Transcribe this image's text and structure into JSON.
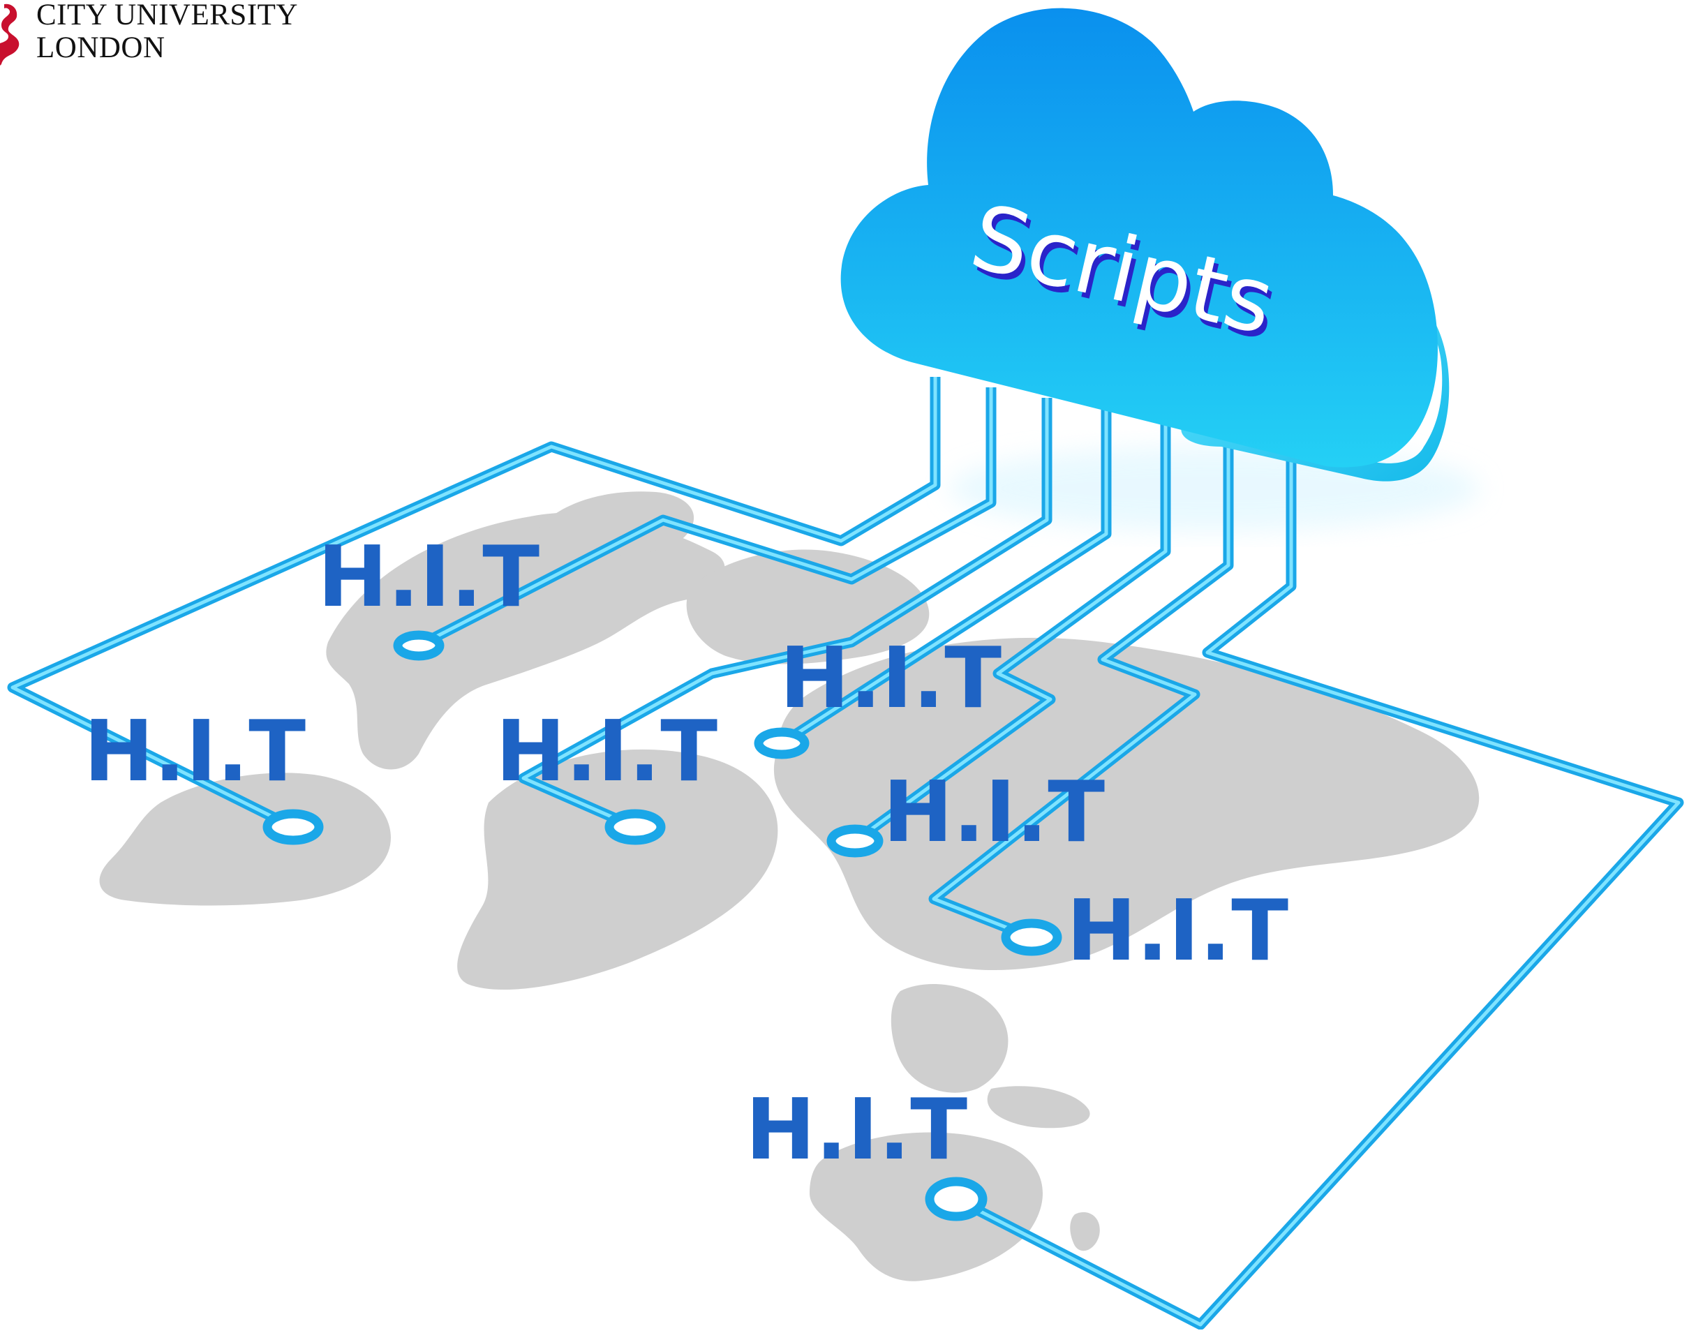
{
  "logo": {
    "line1": "CITY UNIVERSITY",
    "line2": "LONDON",
    "crest_icon": "griffin-crest-icon",
    "crest_color": "#c8102e"
  },
  "cloud": {
    "label": "Scripts",
    "text_color": "#ffffff",
    "text_shadow_color": "#2a23c9"
  },
  "nodes": [
    {
      "label": "H.I.T"
    },
    {
      "label": "H.I.T"
    },
    {
      "label": "H.I.T"
    },
    {
      "label": "H.I.T"
    },
    {
      "label": "H.I.T"
    },
    {
      "label": "H.I.T"
    },
    {
      "label": "H.I.T"
    }
  ],
  "colors": {
    "node_text": "#1e63c4",
    "wire": "#1aa7e8",
    "wire_light": "#7fe3ff",
    "map_land": "#cfcfcf",
    "cloud_top": "#0a90ee",
    "cloud_bottom": "#24d0f5"
  }
}
